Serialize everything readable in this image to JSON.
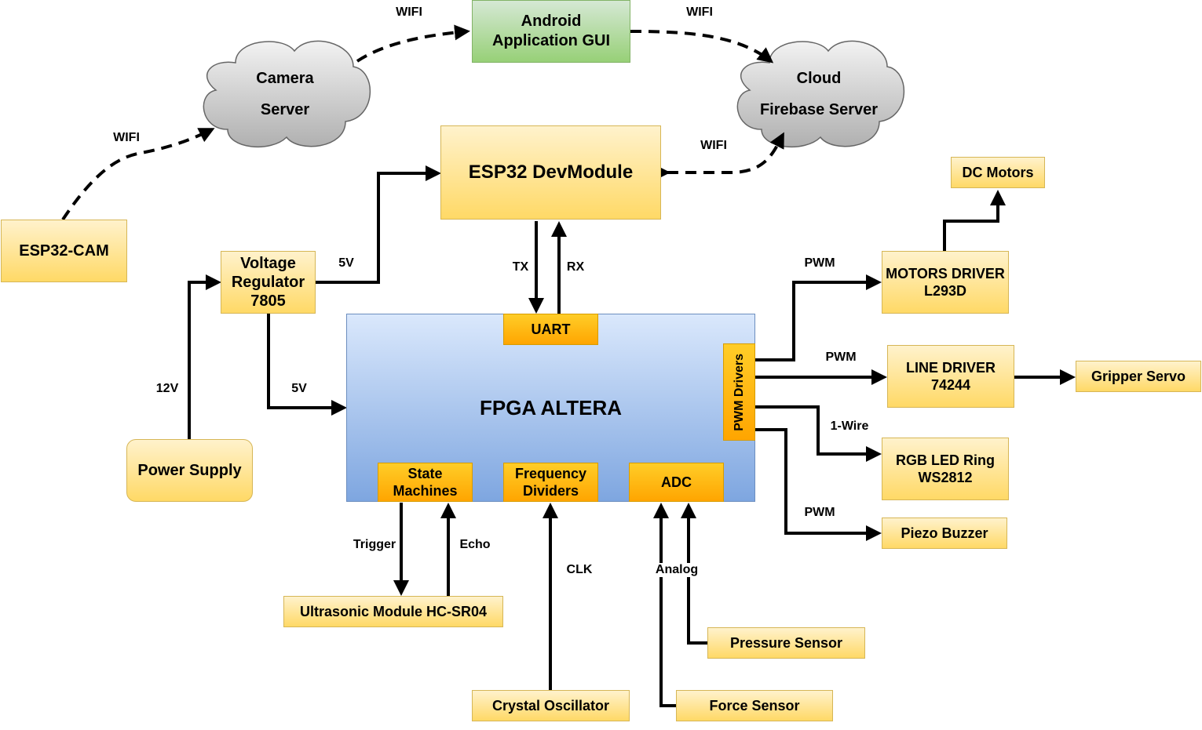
{
  "android_gui": [
    "Android",
    "Application GUI"
  ],
  "camera_server": [
    "Camera",
    "Server"
  ],
  "cloud_server": [
    "Cloud",
    "Firebase Server"
  ],
  "esp32_dev": "ESP32 DevModule",
  "esp32_cam": "ESP32-CAM",
  "voltage_regulator": [
    "Voltage",
    "Regulator",
    "7805"
  ],
  "power_supply": "Power Supply",
  "fpga": "FPGA ALTERA",
  "uart": "UART",
  "state_machines": [
    "State",
    "Machines"
  ],
  "frequency_dividers": [
    "Frequency",
    "Dividers"
  ],
  "adc": "ADC",
  "pwm_drivers": "PWM Drivers",
  "dc_motors": "DC Motors",
  "motors_driver": [
    "MOTORS DRIVER",
    "L293D"
  ],
  "line_driver": [
    "LINE DRIVER",
    "74244"
  ],
  "gripper_servo": "Gripper Servo",
  "rgb_led": [
    "RGB LED Ring",
    "WS2812"
  ],
  "piezo": "Piezo Buzzer",
  "ultrasonic": "Ultrasonic Module HC-SR04",
  "crystal": "Crystal Oscillator",
  "pressure": "Pressure Sensor",
  "force": "Force Sensor",
  "labels": {
    "wifi_1": "WIFI",
    "wifi_2": "WIFI",
    "wifi_3": "WIFI",
    "wifi_4": "WIFI",
    "v5_top": "5V",
    "v5_fpga": "5V",
    "v12": "12V",
    "tx": "TX",
    "rx": "RX",
    "pwm_1": "PWM",
    "pwm_2": "PWM",
    "pwm_3": "PWM",
    "one_wire": "1-Wire",
    "trigger": "Trigger",
    "echo": "Echo",
    "clk": "CLK",
    "analog": "Analog"
  },
  "colors": {
    "yellow_box": "#ffd966",
    "orange_box": "#ffa500",
    "green_box": "#97d077",
    "fpga_box": "#7ea6e0",
    "cloud": "#c0c0c0"
  }
}
